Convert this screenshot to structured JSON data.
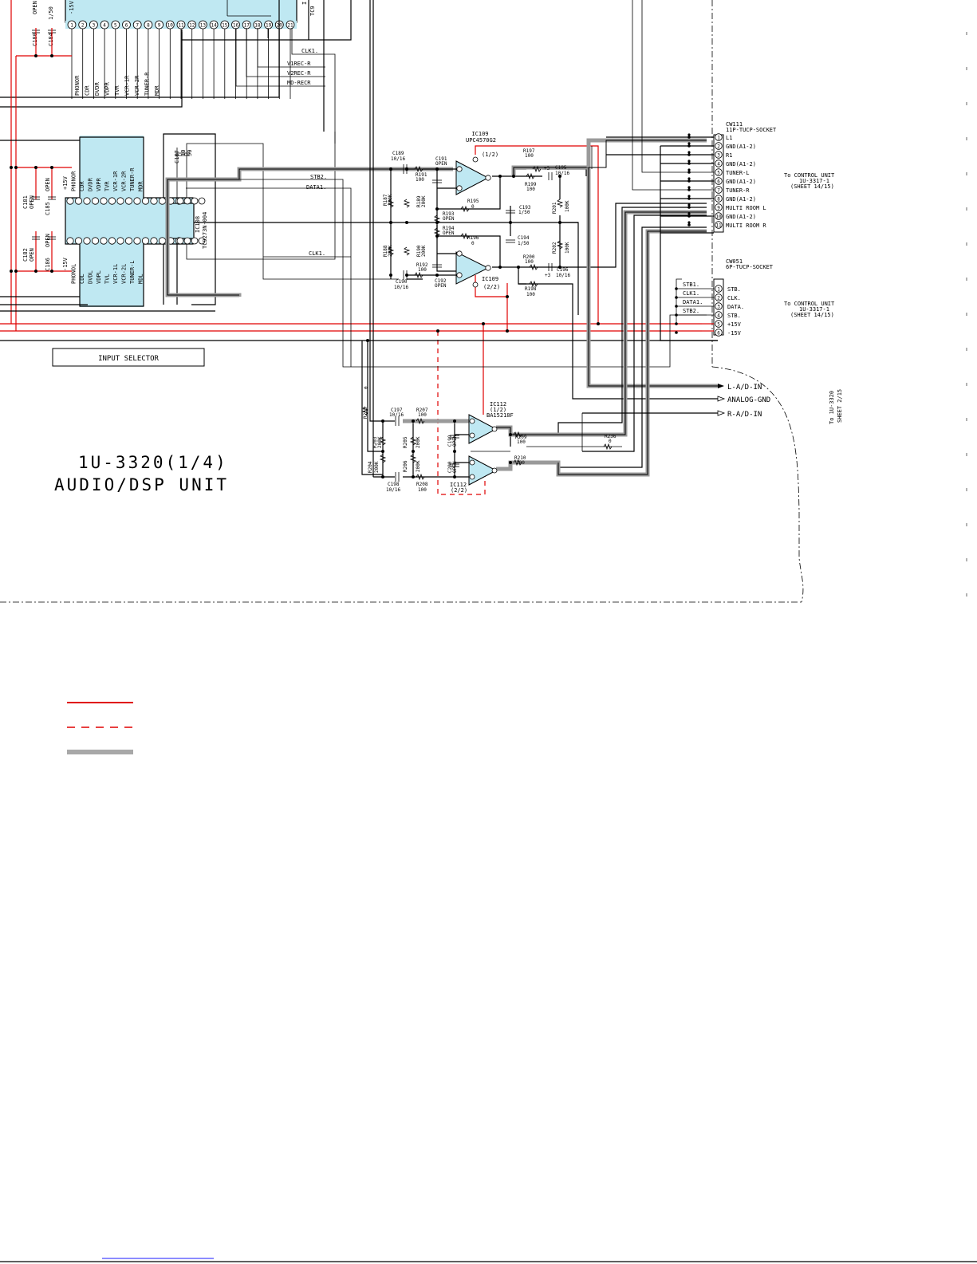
{
  "colors": {
    "power_line": "#e00000",
    "signal_shield": "#9a9a9a",
    "chip_fill": "#bfe8f2",
    "link": "#1a1aff"
  },
  "unit": {
    "title_line1": "1U-3320(1/4)",
    "title_line2": "AUDIO/DSP UNIT"
  },
  "input_selector": {
    "label": "INPUT SELECTOR"
  },
  "ic107": {
    "top_pins": [
      "1",
      "2",
      "3",
      "4",
      "5",
      "6",
      "7",
      "8",
      "9",
      "10",
      "11",
      "12",
      "13",
      "14",
      "15",
      "16",
      "17",
      "18",
      "19",
      "20",
      "21"
    ],
    "left_labels": [
      "-15V"
    ],
    "inputs": [
      "PHONOR",
      "CDR",
      "DVDR",
      "VDPR",
      "TVR",
      "VCR-1R",
      "VCR-2R",
      "TUNER-R",
      "MDR"
    ],
    "outputs": [
      "CLK1.",
      "V1REC-R",
      "V2REC-R",
      "MD-RECR"
    ],
    "caps_left": [
      "C180",
      "OPEN",
      "C184",
      "1/50"
    ]
  },
  "ic108": {
    "name": "IC108",
    "part": "TC9273N-004",
    "top_inputs": [
      "+15V",
      "PHONOR",
      "CDR",
      "DVDR",
      "VDPR",
      "TVR",
      "VCR-1R",
      "VCR-2R",
      "TUNER-R",
      "MDR"
    ],
    "bottom_inputs": [
      "-15V",
      "PHONOL",
      "CDL",
      "DVDL",
      "VDPL",
      "TVL",
      "VCR-1L",
      "VCR-2L",
      "TUNER-L",
      "MDL"
    ],
    "cap_top": [
      "C187",
      "10",
      "50"
    ],
    "side_caps": [
      "C181",
      "OPEN",
      "C185",
      "OPEN",
      "C182",
      "OPEN",
      "C186",
      "OPEN"
    ],
    "bus": [
      "STB2.",
      "DATA1.",
      "CLK1."
    ]
  },
  "ic109": {
    "name_a": "IC109",
    "part_a": "UPC4570G2",
    "half_a": "(1/2)",
    "name_b": "IC109",
    "half_b": "(2/2)"
  },
  "ic112": {
    "name_a": "IC112",
    "half_a": "(1/2)",
    "part_a": "BA15218F",
    "name_b": "IC112",
    "half_b": "(2/2)"
  },
  "parts": {
    "c189": [
      "C189",
      "10/16"
    ],
    "c191": [
      "C191",
      "OPEN"
    ],
    "r191": [
      "R191",
      "100"
    ],
    "r187": [
      "R187",
      "200K"
    ],
    "r189": [
      "R189",
      "200K"
    ],
    "r197": [
      "R197",
      "100"
    ],
    "c195": [
      "+3",
      "C195",
      "10/16"
    ],
    "r199": [
      "R199",
      "100"
    ],
    "r195": [
      "R195",
      "0"
    ],
    "r193": [
      "R193",
      "OPEN"
    ],
    "c193": [
      "C193",
      "1/50"
    ],
    "r201": [
      "R201",
      "100K"
    ],
    "r194": [
      "R194",
      "OPEN"
    ],
    "r196": [
      "R196",
      "0"
    ],
    "c194": [
      "C194",
      "1/50"
    ],
    "r202": [
      "R202",
      "100K"
    ],
    "r188": [
      "R188",
      "200K"
    ],
    "r190": [
      "R190",
      "200K"
    ],
    "r192": [
      "R192",
      "100"
    ],
    "c192": [
      "C192",
      "OPEN"
    ],
    "c190": [
      "C190",
      "10/16"
    ],
    "r200": [
      "R200",
      "100"
    ],
    "c196": [
      "C196",
      "+3",
      "10/16"
    ],
    "r198": [
      "R198",
      "100"
    ],
    "r235": [
      "R235",
      "0"
    ],
    "c197": [
      "C197",
      "10/16"
    ],
    "r207": [
      "R207",
      "100"
    ],
    "r203": [
      "R203",
      "200K"
    ],
    "r205": [
      "R205",
      "200K"
    ],
    "c199": [
      "C199",
      "OPEN"
    ],
    "r209": [
      "R209",
      "100"
    ],
    "r236": [
      "R236",
      "0"
    ],
    "r204": [
      "R204",
      "200K"
    ],
    "r206": [
      "R206",
      "200K"
    ],
    "c200": [
      "C200",
      "OPEN"
    ],
    "r210": [
      "R210",
      "100"
    ],
    "c198": [
      "C198",
      "10/16"
    ],
    "r208": [
      "R208",
      "100"
    ]
  },
  "cw111": {
    "name": "CW111",
    "type": "11P-TUCP-SOCKET",
    "pins": [
      {
        "n": "1",
        "label": "L1"
      },
      {
        "n": "2",
        "label": "GND(A1-2)"
      },
      {
        "n": "3",
        "label": "R1"
      },
      {
        "n": "4",
        "label": "GND(A1-2)"
      },
      {
        "n": "5",
        "label": "TUNER-L"
      },
      {
        "n": "6",
        "label": "GND(A1-2)"
      },
      {
        "n": "7",
        "label": "TUNER-R"
      },
      {
        "n": "8",
        "label": "GND(A1-2)"
      },
      {
        "n": "9",
        "label": "MULTI ROOM L"
      },
      {
        "n": "10",
        "label": "GND(A1-2)"
      },
      {
        "n": "11",
        "label": "MULTI ROOM R"
      }
    ],
    "dest": [
      "To CONTROL UNIT",
      "1U-3317-1",
      "(SHEET 14/15)"
    ]
  },
  "cw051": {
    "name": "CW051",
    "type": "6P-TUCP-SOCKET",
    "wire_labels": [
      "STB1.",
      "CLK1.",
      "DATA1.",
      "STB2."
    ],
    "pins": [
      {
        "n": "1",
        "label": "STB."
      },
      {
        "n": "2",
        "label": "CLK."
      },
      {
        "n": "3",
        "label": "DATA."
      },
      {
        "n": "4",
        "label": "STB."
      },
      {
        "n": "5",
        "label": "+15V"
      },
      {
        "n": "6",
        "label": "-15V"
      }
    ],
    "dest": [
      "To CONTROL UNIT",
      "1U-3317-1",
      "(SHEET 14/15)"
    ]
  },
  "adc_outputs": [
    "L-A/D-IN",
    "ANALOG-GND",
    "R-A/D-IN"
  ],
  "adc_dest": [
    "To 1U-3320",
    "SHEET 2/15"
  ]
}
